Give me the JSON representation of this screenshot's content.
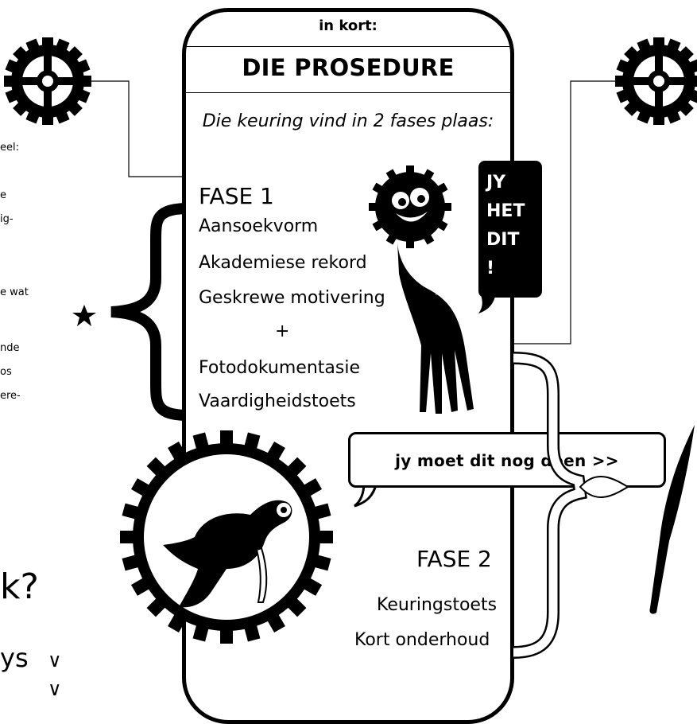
{
  "header": {
    "subtitle": "in kort:",
    "title": "DIE PROSEDURE"
  },
  "intro": "Die keuring  vind in 2 fases plaas:",
  "phase1": {
    "title": "FASE 1",
    "items": [
      "Aansoekvorm",
      "Akademiese rekord",
      "Geskrewe motivering"
    ],
    "plus": "+",
    "items2": [
      "Fotodokumentasie",
      "Vaardigheidstoets"
    ]
  },
  "phase2": {
    "title": "FASE 2",
    "items": [
      "Keuringstoets",
      "Kort onderhoud"
    ]
  },
  "sign": {
    "lines": [
      "JY",
      "HET",
      "DIT",
      "!"
    ]
  },
  "bubble": {
    "text": "jy moet dit nog doen >>"
  },
  "left_fragments": [
    "eel:",
    "e",
    "ig-",
    "e wat",
    "nde",
    "os",
    "ere-"
  ],
  "bottom_left": {
    "big": "k?",
    "small": "ys"
  },
  "checkmarks": [
    "∨",
    "∨"
  ],
  "colors": {
    "ink": "#000000",
    "paper": "#ffffff"
  },
  "icons": [
    "gear-crosshair-icon",
    "gear-face-icon",
    "gear-turtle-icon",
    "star-icon",
    "knife-icon",
    "brace-icon"
  ]
}
